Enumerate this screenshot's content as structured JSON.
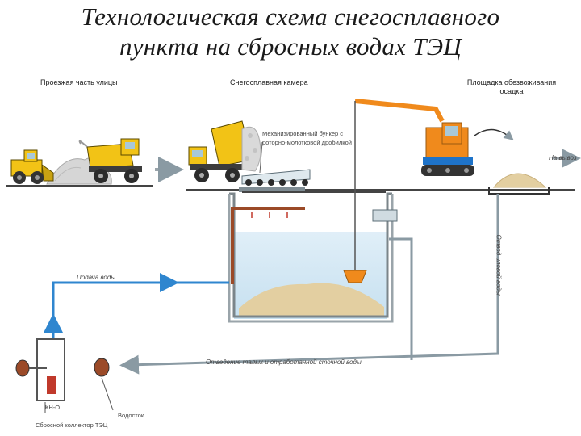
{
  "title": {
    "line1": "Технологическая схема снегосплавного",
    "line2": "пункта на сбросных водах ТЭЦ"
  },
  "labels": {
    "roadway": "Проезжая часть улицы",
    "snow_chamber": "Снегосплавная камера",
    "dewatering_1": "Площадка обезвоживания",
    "dewatering_2": "осадка",
    "hopper_1": "Механизированный бункер с",
    "hopper_2": "роторно-молотковой дробилкой",
    "to_export": "На вывоз",
    "water_supply": "Подача воды",
    "sediment_water": "Отвод иловой воды",
    "melt_drain": "Отведение талых и отработанной сточной воды",
    "kn_code": "КН-О",
    "collector": "Сбросной коллектор ТЭЦ",
    "outlet": "Водосток"
  },
  "colors": {
    "water_line": "#2f86cf",
    "return_line": "#8a9aa3",
    "machine_yellow": "#f2c316",
    "excavator_orange": "#f08a1c",
    "sediment_sand": "#e3cfa1",
    "chamber_water": "#cfe6f3",
    "pipe_brown": "#9b4a28"
  }
}
